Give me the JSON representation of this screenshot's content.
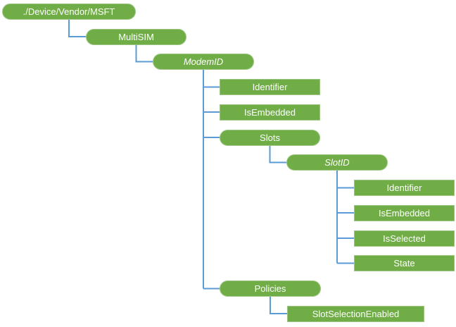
{
  "diagram": {
    "type": "tree",
    "description": "Configuration service provider node hierarchy",
    "colors": {
      "node_fill": "#70AD47",
      "node_border": "#9cc684",
      "connector": "#5B9BD5",
      "text": "#FFFFFF",
      "bg": "#FFFFFF"
    },
    "nodes": [
      {
        "id": "root",
        "label": "./Device/Vendor/MSFT",
        "shape": "pill",
        "italic": false,
        "parent": null
      },
      {
        "id": "multisim",
        "label": "MultiSIM",
        "shape": "pill",
        "italic": false,
        "parent": "root"
      },
      {
        "id": "modemid",
        "label": "ModemID",
        "shape": "pill",
        "italic": true,
        "parent": "multisim"
      },
      {
        "id": "identifier1",
        "label": "Identifier",
        "shape": "rect",
        "italic": false,
        "parent": "modemid"
      },
      {
        "id": "isembedded1",
        "label": "IsEmbedded",
        "shape": "rect",
        "italic": false,
        "parent": "modemid"
      },
      {
        "id": "slots",
        "label": "Slots",
        "shape": "pill",
        "italic": false,
        "parent": "modemid"
      },
      {
        "id": "slotid",
        "label": "SlotID",
        "shape": "pill",
        "italic": true,
        "parent": "slots"
      },
      {
        "id": "identifier2",
        "label": "Identifier",
        "shape": "rect",
        "italic": false,
        "parent": "slotid"
      },
      {
        "id": "isembedded2",
        "label": "IsEmbedded",
        "shape": "rect",
        "italic": false,
        "parent": "slotid"
      },
      {
        "id": "isselected",
        "label": "IsSelected",
        "shape": "rect",
        "italic": false,
        "parent": "slotid"
      },
      {
        "id": "state",
        "label": "State",
        "shape": "rect",
        "italic": false,
        "parent": "slotid"
      },
      {
        "id": "policies",
        "label": "Policies",
        "shape": "pill",
        "italic": false,
        "parent": "modemid"
      },
      {
        "id": "slotselectionenabled",
        "label": "SlotSelectionEnabled",
        "shape": "rect",
        "italic": false,
        "parent": "policies"
      }
    ]
  }
}
